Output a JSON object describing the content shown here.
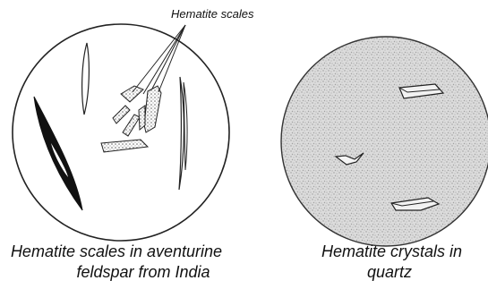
{
  "callout": {
    "label": "Hematite scales"
  },
  "panels": [
    {
      "caption_line1": "Hematite scales in aventurine",
      "caption_line2": "feldspar from India"
    },
    {
      "caption_line1": "Hematite crystals in",
      "caption_line2": "quartz"
    }
  ],
  "colors": {
    "stroke": "#222222",
    "fill_dark": "#1a1a1a",
    "stipple": "#888888",
    "quartz_bg": "#d9d9d9"
  }
}
